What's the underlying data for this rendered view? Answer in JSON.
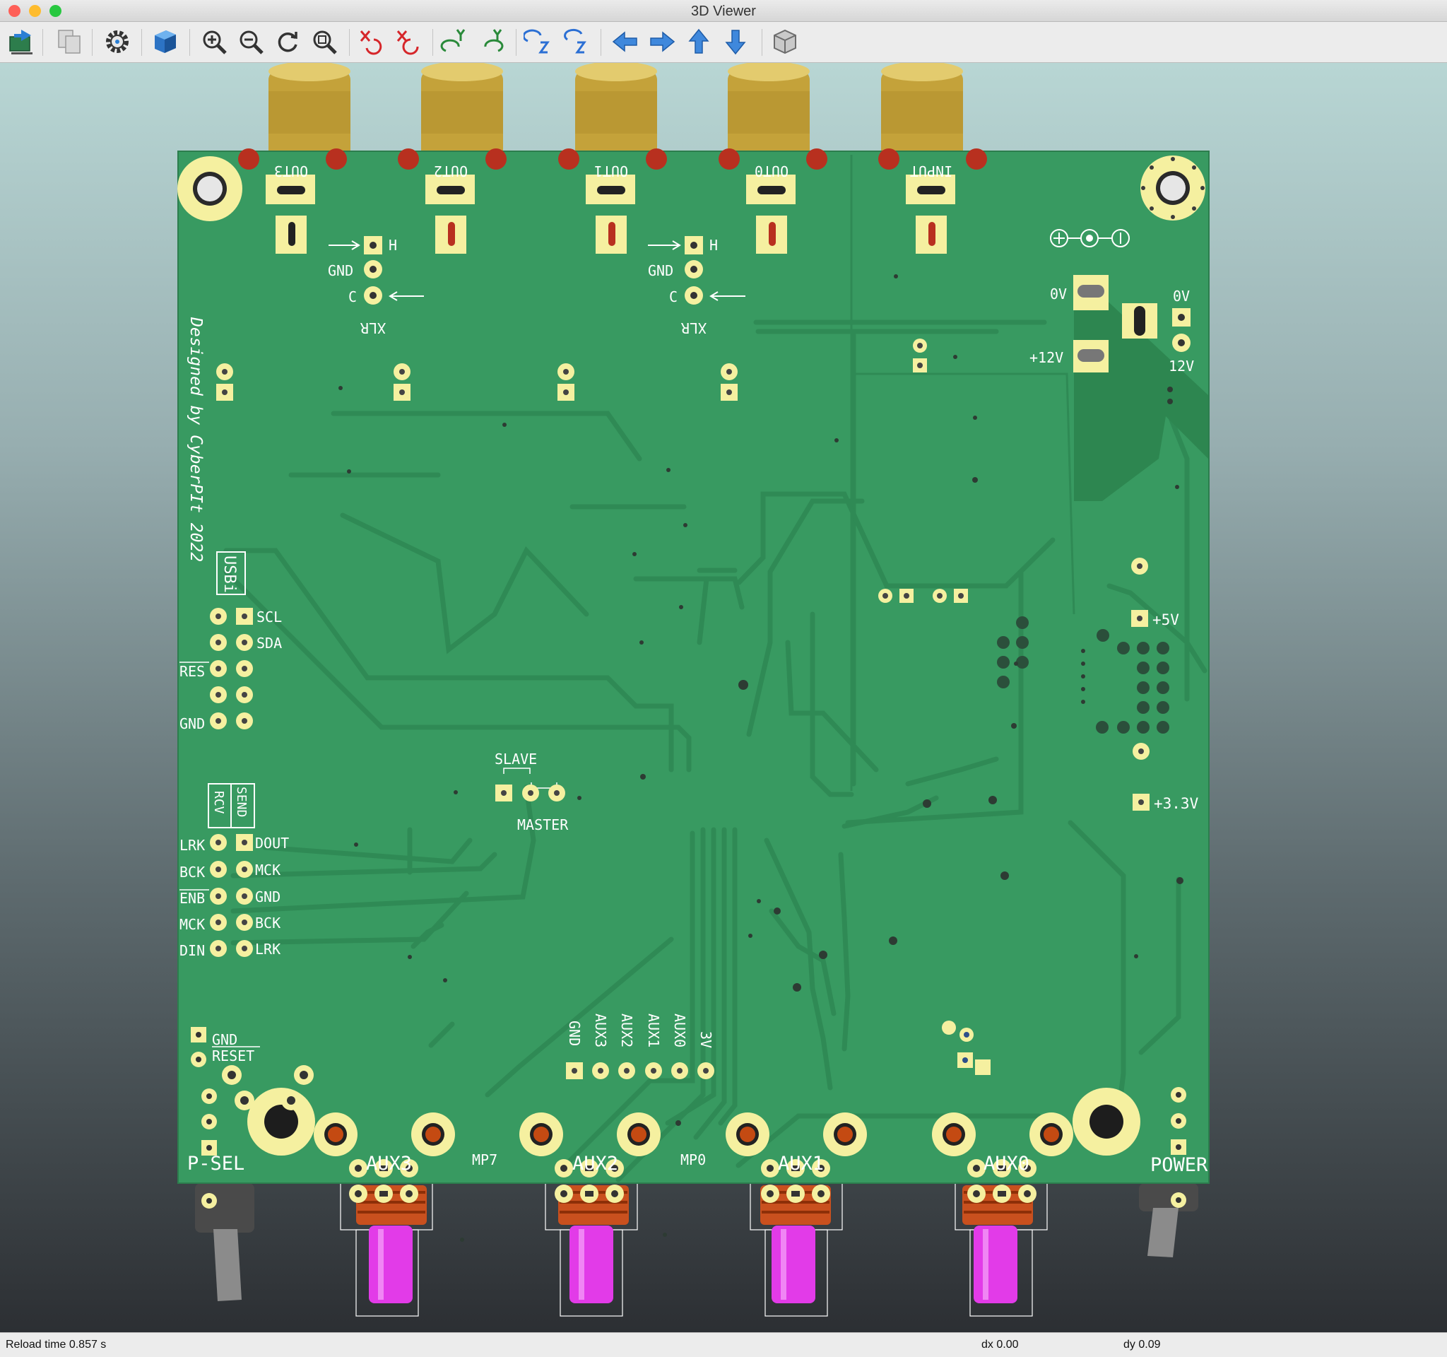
{
  "window": {
    "title": "3D Viewer",
    "traffic_lights": {
      "close": "#fe5f57",
      "minimize": "#febc2e",
      "zoom": "#28c840"
    }
  },
  "toolbar": {
    "buttons": [
      {
        "name": "reload-board-button",
        "icon": "reload-board-icon"
      },
      {
        "name": "copy-3d-image-button",
        "icon": "copy-image-icon"
      },
      {
        "name": "preferences-button",
        "icon": "gear-icon"
      },
      {
        "name": "raytracing-toggle",
        "icon": "cube-render-icon"
      },
      {
        "name": "zoom-in-button",
        "icon": "zoom-in-icon"
      },
      {
        "name": "zoom-out-button",
        "icon": "zoom-out-icon"
      },
      {
        "name": "redraw-button",
        "icon": "redraw-icon"
      },
      {
        "name": "zoom-fit-button",
        "icon": "zoom-fit-icon"
      },
      {
        "name": "rotate-x-cw-button",
        "icon": "rotate-x-cw-icon"
      },
      {
        "name": "rotate-x-ccw-button",
        "icon": "rotate-x-ccw-icon"
      },
      {
        "name": "rotate-y-cw-button",
        "icon": "rotate-y-cw-icon"
      },
      {
        "name": "rotate-y-ccw-button",
        "icon": "rotate-y-ccw-icon"
      },
      {
        "name": "rotate-z-cw-button",
        "icon": "rotate-z-cw-icon"
      },
      {
        "name": "rotate-z-ccw-button",
        "icon": "rotate-z-ccw-icon"
      },
      {
        "name": "move-left-button",
        "icon": "arrow-left-icon"
      },
      {
        "name": "move-right-button",
        "icon": "arrow-right-icon"
      },
      {
        "name": "move-up-button",
        "icon": "arrow-up-icon"
      },
      {
        "name": "move-down-button",
        "icon": "arrow-down-icon"
      },
      {
        "name": "ortho-view-toggle",
        "icon": "ortho-cube-icon"
      }
    ]
  },
  "board": {
    "colors": {
      "soldermask": "#389a61",
      "trace": "#2f8a55",
      "pad": "#f5f0a0",
      "silk": "#ffffff",
      "rca_gold": "#c9a93c",
      "pot_shaft": "#e23be8",
      "pot_body": "#c9501e"
    },
    "credit": "Designed by CyberPIt 2022",
    "rca_jacks": [
      "OUT3",
      "OUT2",
      "OUT1",
      "OUT0",
      "INPUT"
    ],
    "xlr_labels": {
      "h": "H",
      "gnd": "GND",
      "c": "C",
      "xlr": "XLR"
    },
    "power": {
      "zero_v": "0V",
      "twelve_v": "+12V",
      "zero_v_right": "0V",
      "twelve_v_right": "12V"
    },
    "usbi": {
      "box": "USBi",
      "scl": "SCL",
      "sda": "SDA",
      "res": "RES",
      "gnd": "GND"
    },
    "i2s": {
      "rcv": "RCV",
      "send": "SEND",
      "left": [
        "LRK",
        "BCK",
        "ENB",
        "MCK",
        "DIN"
      ],
      "right": [
        "DOUT",
        "MCK",
        "GND",
        "BCK",
        "LRK"
      ]
    },
    "select": {
      "slave": "SLAVE",
      "master": "MASTER"
    },
    "aux_header": [
      "GND",
      "AUX3",
      "AUX2",
      "AUX1",
      "AUX0",
      "3V"
    ],
    "rails": {
      "plus5": "+5V",
      "plus33": "+3.3V"
    },
    "reset_block": {
      "gnd": "GND",
      "reset": "RESET"
    },
    "bottom_labels": {
      "psel": "P-SEL",
      "mp7": "MP7",
      "mp0": "MP0",
      "power": "POWER"
    },
    "pots": [
      "AUX3",
      "AUX2",
      "AUX1",
      "AUX0"
    ]
  },
  "status": {
    "reload": "Reload time 0.857 s",
    "dx": "dx 0.00",
    "dy": "dy 0.09"
  }
}
